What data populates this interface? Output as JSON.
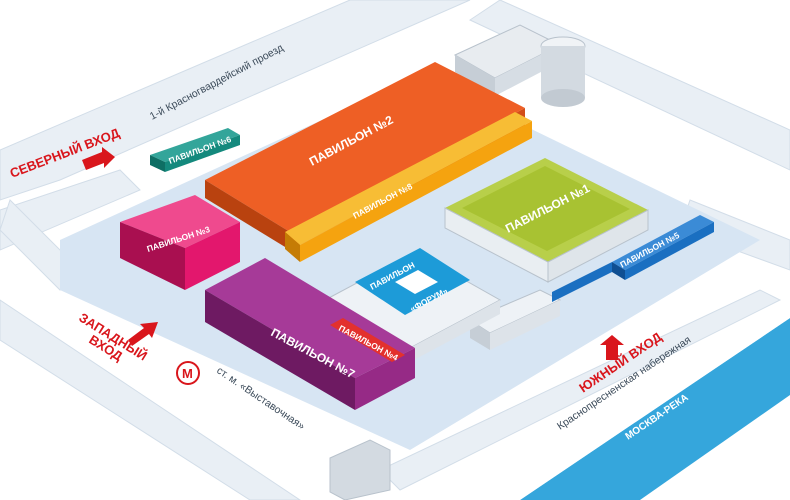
{
  "colors": {
    "site": "#d7e5f3",
    "road": "#e9eff5",
    "river": "#35a6dc",
    "pavilion_2": "#ee5f25",
    "pavilion_8": "#f5a30f",
    "pavilion_1": "#a8c232",
    "pavilion_3": "#e3176d",
    "pavilion_7": "#962a86",
    "pavilion_4": "#e3312d",
    "pavilion_5": "#1a6fc1",
    "pavilion_6": "#14897d",
    "forum": "#1d9bd8",
    "entrance": "#d9161c"
  },
  "pavilions": {
    "p1": "ПАВИЛЬОН №1",
    "p2": "ПАВИЛЬОН №2",
    "p3": "ПАВИЛЬОН №3",
    "p4": "ПАВИЛЬОН №4",
    "p5": "ПАВИЛЬОН №5",
    "p6": "ПАВИЛЬОН №6",
    "p7": "ПАВИЛЬОН №7",
    "p8": "ПАВИЛЬОН №8",
    "forum_line1": "ПАВИЛЬОН",
    "forum_line2": "«ФОРУМ»"
  },
  "entrances": {
    "north": "СЕВЕРНЫЙ ВХОД",
    "west_line1": "ЗАПАДНЫЙ",
    "west_line2": "ВХОД",
    "south": "ЮЖНЫЙ ВХОД"
  },
  "roads": {
    "north": "1-й Красногвардейский проезд",
    "south": "Краснопресненская набережная"
  },
  "river": "МОСКВА-РЕКА",
  "metro": {
    "icon": "metro-icon",
    "station": "ст. м. «Выставочная»"
  }
}
